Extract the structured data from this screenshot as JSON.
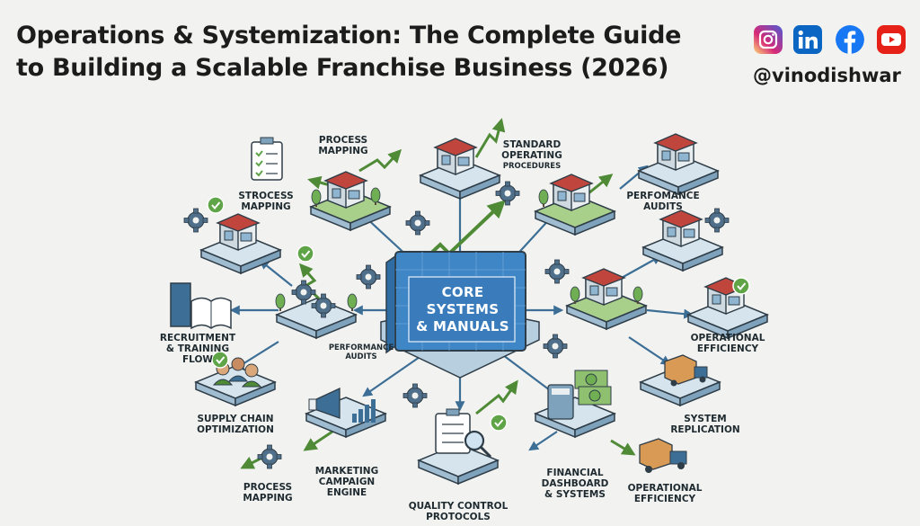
{
  "header": {
    "title_line1": "Operations & Systemization: The Complete Guide",
    "title_line2": "to Building a Scalable Franchise Business (2026)",
    "handle": "@vinodishwar"
  },
  "social": [
    {
      "icon": "instagram-icon",
      "color": "#d6249f"
    },
    {
      "icon": "linkedin-icon",
      "color": "#0a66c2",
      "glyph": "in"
    },
    {
      "icon": "facebook-icon",
      "color": "#1877f2",
      "glyph": "f"
    },
    {
      "icon": "youtube-icon",
      "color": "#e62117"
    }
  ],
  "core": {
    "line1": "CORE",
    "line2": "SYSTEMS",
    "line3": "& MANUALS"
  },
  "labels": {
    "process_mapping_top": [
      "PROCESS",
      "MAPPING"
    ],
    "stprocess_mapping": [
      "STROCESS",
      "MAPPING"
    ],
    "sop": [
      "STANDARD",
      "OPERATING",
      "PROCEDURES"
    ],
    "perf_audits_right": [
      "PERFOMANCE",
      "AUDITS"
    ],
    "recruitment": [
      "RECRUITMENT",
      "& TRAINING",
      "FLOW"
    ],
    "perf_audits_center": [
      "PERFORMANCE",
      "AUDITS"
    ],
    "op_efficiency_right": [
      "OPERATIONAL",
      "EFFICIENCY"
    ],
    "supply_chain": [
      "SUPPLY CHAIN",
      "OPTIMIZATION"
    ],
    "system_replication": [
      "SYSTEM",
      "REPLICATION"
    ],
    "process_mapping_bottom": [
      "PROCESS",
      "MAPPING"
    ],
    "marketing": [
      "MARKETING",
      "CAMPAIGN",
      "ENGINE"
    ],
    "quality_control": [
      "QUALITY CONTROL",
      "PROTOCOLS"
    ],
    "financial": [
      "FINANCIAL",
      "DASHBOARD",
      "& SYSTEMS"
    ],
    "op_efficiency_bottom": [
      "OPERATIONAL",
      "EFFICIENCY"
    ]
  },
  "colors": {
    "core_blue": "#3f86c6",
    "platform_blue": "#c9dcea",
    "platform_green": "#8fc06f",
    "arrow_green": "#5d9a43",
    "arrow_blue": "#3c6e96",
    "roof_red": "#c0463d"
  }
}
